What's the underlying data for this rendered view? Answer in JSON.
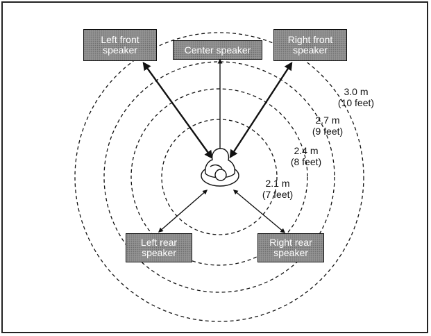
{
  "speakers": {
    "left_front": [
      "Left front",
      "speaker"
    ],
    "center": "Center speaker",
    "right_front": [
      "Right front",
      "speaker"
    ],
    "left_rear": [
      "Left rear",
      "speaker"
    ],
    "right_rear": [
      "Right rear",
      "speaker"
    ]
  },
  "distances": [
    {
      "metric": "3.0 m",
      "imperial": "(10 feet)"
    },
    {
      "metric": "2.7 m",
      "imperial": "(9 feet)"
    },
    {
      "metric": "2.4 m",
      "imperial": "(8 feet)"
    },
    {
      "metric": "2.1 m",
      "imperial": "(7 feet)"
    }
  ],
  "colors": {
    "speaker_fill": "#8a8a8a",
    "line": "#111111"
  }
}
